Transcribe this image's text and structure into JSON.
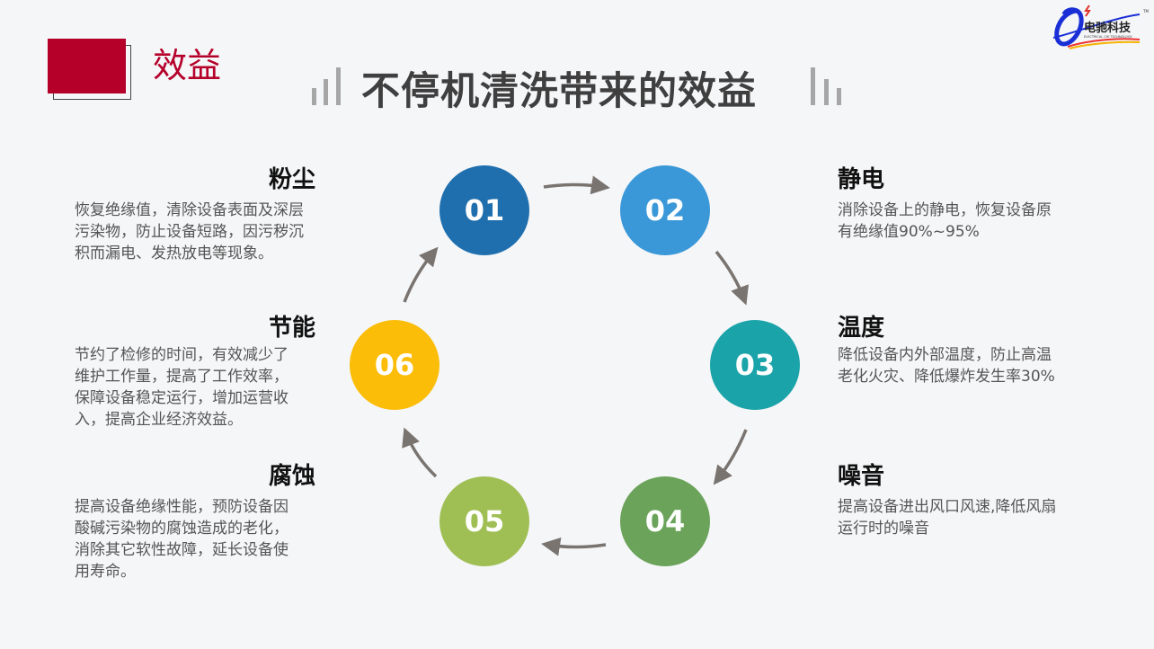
{
  "header": {
    "section": "效益",
    "title": "不停机清洗带来的效益"
  },
  "logo": {
    "text": "电驰科技",
    "subtext": "ELECTRICAL CHI TECHNOLOGY",
    "tm": "TM"
  },
  "colors": {
    "accent": "#b5002a",
    "c01": "#1f6fae",
    "c02": "#3a98d8",
    "c03": "#1aa3a9",
    "c04": "#6aa359",
    "c05": "#9fbf55",
    "c06": "#fbbd08",
    "arrow": "#7a7470"
  },
  "steps": [
    {
      "num": "01",
      "title": "粉尘",
      "lines": [
        "恢复绝缘值，清除设备表面及深层",
        "污染物，防止设备短路，因污秽沉",
        "积而漏电、发热放电等现象。"
      ]
    },
    {
      "num": "02",
      "title": "静电",
      "lines": [
        "消除设备上的静电，恢复设备原",
        "有绝缘值90%~95%"
      ]
    },
    {
      "num": "03",
      "title": "温度",
      "lines": [
        "降低设备内外部温度，防止高温",
        "老化火灾、降低爆炸发生率30%"
      ]
    },
    {
      "num": "04",
      "title": "噪音",
      "lines": [
        "提高设备进出风口风速,降低风扇",
        "运行时的噪音"
      ]
    },
    {
      "num": "05",
      "title": "腐蚀",
      "lines": [
        "提高设备绝缘性能，预防设备因",
        "酸碱污染物的腐蚀造成的老化，",
        "消除其它软性故障，延长设备使",
        "用寿命。"
      ]
    },
    {
      "num": "06",
      "title": "节能",
      "lines": [
        "节约了检修的时间，有效减少了",
        "维护工作量，提高了工作效率，",
        "保障设备稳定运行，增加运营收",
        "入，提高企业经济效益。"
      ]
    }
  ]
}
